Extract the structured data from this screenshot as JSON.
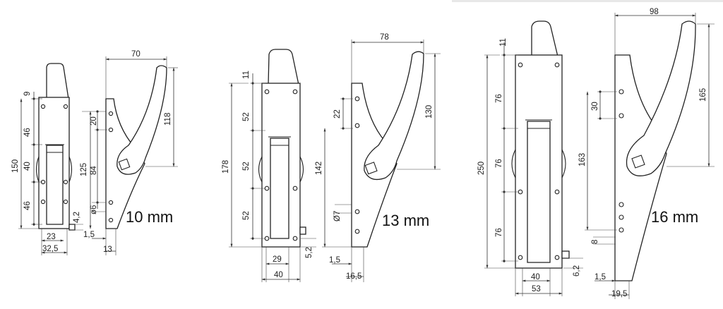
{
  "variants": [
    {
      "title": "10 mm",
      "front": {
        "top": "9",
        "s1": "46",
        "s2": "40",
        "s3": "46",
        "total": "150",
        "mid": "125",
        "w1": "23",
        "w2": "32,5",
        "pin": "4,2"
      },
      "side": {
        "width": "70",
        "height": "118",
        "d1": "20",
        "d2": "84",
        "dia": "ø6",
        "off": "1,5",
        "base": "13"
      }
    },
    {
      "title": "13 mm",
      "front": {
        "top": "11",
        "s1": "52",
        "s2": "52",
        "s3": "52",
        "total": "178",
        "w1": "29",
        "w2": "40",
        "pin": "5,2"
      },
      "side": {
        "width": "78",
        "height": "130",
        "d1": "22",
        "d2": "142",
        "dia": "Ø7",
        "off": "1,5",
        "base": "16,5"
      }
    },
    {
      "title": "16 mm",
      "front": {
        "top": "11",
        "s1": "76",
        "s2": "76",
        "s3": "76",
        "total": "250",
        "w1": "40",
        "w2": "53",
        "pin": "6,2"
      },
      "side": {
        "width": "98",
        "height": "165",
        "d1": "30",
        "d2": "163",
        "dia": "8",
        "off": "1,5",
        "base": "19,5"
      }
    }
  ]
}
